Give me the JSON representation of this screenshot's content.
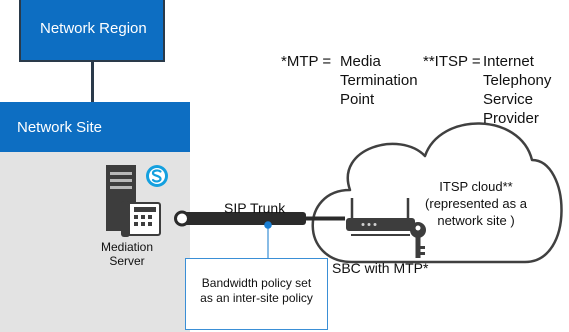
{
  "network_region": {
    "label": "Network Region"
  },
  "network_site": {
    "label": "Network Site"
  },
  "mtp_note": {
    "key": "*MTP =",
    "definition": [
      "Media",
      "Termination",
      "Point"
    ]
  },
  "itsp_note": {
    "key": "**ITSP =",
    "definition": [
      "Internet",
      "Telephony",
      "Service",
      "Provider"
    ]
  },
  "mediation_server": {
    "lines": [
      "Mediation",
      "Server"
    ],
    "icon": "server-with-phone-icon",
    "badge_icon": "skype-icon"
  },
  "sip_trunk": {
    "label": "SIP Trunk"
  },
  "bandwidth_policy": {
    "lines": [
      "Bandwidth policy set",
      "as an inter-site policy"
    ]
  },
  "itsp_cloud": {
    "lines": [
      "ITSP cloud**",
      "(represented as a",
      "network site )"
    ]
  },
  "sbc": {
    "label": "SBC with MTP*",
    "icon": "router-icon",
    "badge_icon": "key-icon"
  },
  "colors": {
    "region_blue": "#0d6ec2",
    "site_gray": "#e3e3e3",
    "skype_blue": "#14a0df",
    "link_dark": "#2a3a4a"
  }
}
